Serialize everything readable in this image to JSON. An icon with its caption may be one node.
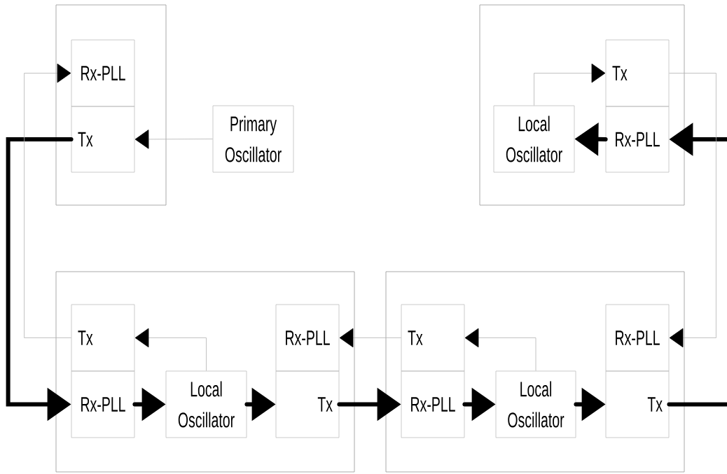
{
  "diagram": {
    "nodes": [
      {
        "text": [],
        "shape": "box"
      },
      {
        "text": [
          "Rx-PLL"
        ],
        "in": 0
      },
      {
        "text": [
          "Tx"
        ],
        "in": 0
      },
      {
        "text": [
          "Primary Oscillator"
        ]
      },
      {
        "text": [],
        "shape": "box"
      },
      {
        "text": [
          "Tx"
        ],
        "in": 4
      },
      {
        "text": [
          "Local Oscillator"
        ],
        "in": 4
      },
      {
        "text": [
          "Rx-PLL"
        ],
        "in": 4
      },
      {
        "text": [],
        "shape": "box"
      },
      {
        "text": [
          "Tx"
        ],
        "in": 8
      },
      {
        "text": [
          "Rx-PLL"
        ],
        "in": 8
      },
      {
        "text": [
          "Local Oscillator"
        ],
        "in": 8
      },
      {
        "text": [
          "Rx-PLL"
        ],
        "in": 8
      },
      {
        "text": [
          "Tx"
        ],
        "in": 8
      },
      {
        "text": [],
        "shape": "box"
      },
      {
        "text": [
          "Tx"
        ],
        "in": 14
      },
      {
        "text": [
          "Rx-PLL"
        ],
        "in": 14
      },
      {
        "text": [
          "Local Oscillator"
        ],
        "in": 14
      },
      {
        "text": [
          "Rx-PLL"
        ],
        "in": 14
      },
      {
        "text": [
          "Tx"
        ],
        "in": 14
      }
    ],
    "edges": [
      {
        "from": 3,
        "to": 2,
        "arrow": "to",
        "color": "#b3b3b3"
      },
      {
        "from": 2,
        "to": 10,
        "arrow": "to"
      },
      {
        "from": 9,
        "to": 1,
        "arrow": "to",
        "color": "#b3b3b3"
      },
      {
        "from": 10,
        "to": 11,
        "arrow": "to"
      },
      {
        "from": 11,
        "to": 9,
        "arrow": "to",
        "color": "#b3b3b3"
      },
      {
        "from": 11,
        "to": 13,
        "arrow": "to"
      },
      {
        "from": 13,
        "to": 16,
        "arrow": "to"
      },
      {
        "from": 15,
        "to": 12,
        "arrow": "to",
        "color": "#b3b3b3"
      },
      {
        "from": 16,
        "to": 17,
        "arrow": "to"
      },
      {
        "from": 17,
        "to": 15,
        "arrow": "to",
        "color": "#b3b3b3"
      },
      {
        "from": 17,
        "to": 19,
        "arrow": "to"
      },
      {
        "from": 19,
        "to": null,
        "arrow": "none"
      },
      {
        "from": null,
        "to": 7,
        "arrow": "to"
      },
      {
        "from": 7,
        "to": 6,
        "arrow": "to"
      },
      {
        "from": 6,
        "to": 5,
        "arrow": "to",
        "color": "#b3b3b3"
      },
      {
        "from": 5,
        "to": 18,
        "arrow": "to",
        "color": "#b3b3b3"
      }
    ]
  }
}
